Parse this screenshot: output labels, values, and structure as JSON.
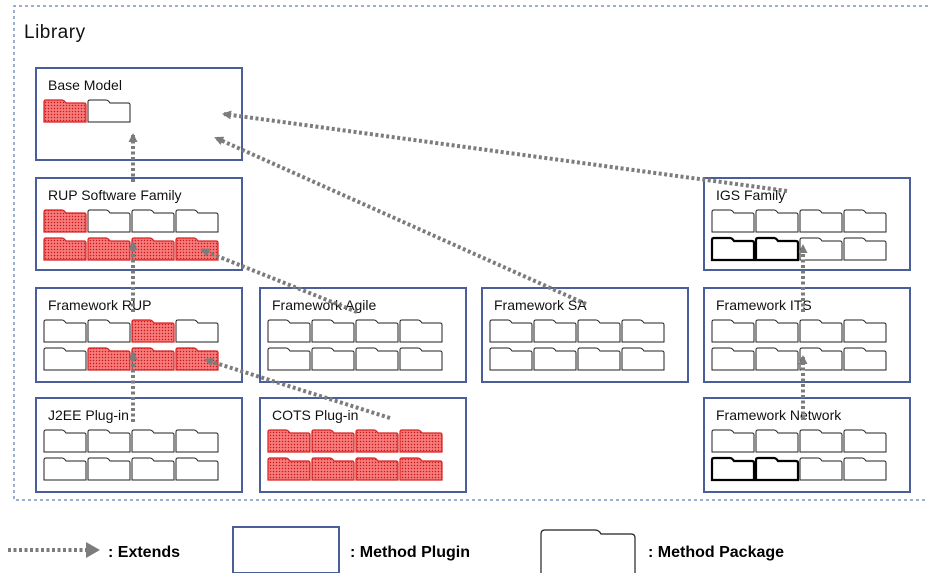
{
  "library": {
    "title": "Library"
  },
  "colors": {
    "plugin_border": "#4a5f9a",
    "library_border": "#7f93c4",
    "arrow": "#7c7c7c",
    "pkg_highlight": "#ee3838",
    "pkg_normal": "#ffffff"
  },
  "plugins": [
    {
      "id": "base-model",
      "title": "Base Model",
      "rows": [
        [
          "r",
          "n"
        ]
      ]
    },
    {
      "id": "rup-software-family",
      "title": "RUP Software Family",
      "rows": [
        [
          "r",
          "n",
          "n",
          "n"
        ],
        [
          "r",
          "r",
          "r",
          "r"
        ]
      ]
    },
    {
      "id": "framework-rup",
      "title": "Framework RUP",
      "rows": [
        [
          "n",
          "n",
          "r",
          "n"
        ],
        [
          "n",
          "r",
          "r",
          "r"
        ]
      ]
    },
    {
      "id": "framework-agile",
      "title": "Framework Agile",
      "rows": [
        [
          "n",
          "n",
          "n",
          "n"
        ],
        [
          "n",
          "n",
          "n",
          "n"
        ]
      ]
    },
    {
      "id": "framework-sa",
      "title": "Framework SA",
      "rows": [
        [
          "n",
          "n",
          "n",
          "n"
        ],
        [
          "n",
          "n",
          "n",
          "n"
        ]
      ]
    },
    {
      "id": "igs-family",
      "title": "IGS Family",
      "rows": [
        [
          "n",
          "n",
          "n",
          "n"
        ],
        [
          "b",
          "b",
          "n",
          "n"
        ]
      ]
    },
    {
      "id": "framework-its",
      "title": "Framework ITS",
      "rows": [
        [
          "n",
          "n",
          "n",
          "n"
        ],
        [
          "n",
          "n",
          "n",
          "n"
        ]
      ]
    },
    {
      "id": "j2ee-plug-in",
      "title": "J2EE Plug-in",
      "rows": [
        [
          "n",
          "n",
          "n",
          "n"
        ],
        [
          "n",
          "n",
          "n",
          "n"
        ]
      ]
    },
    {
      "id": "cots-plug-in",
      "title": "COTS Plug-in",
      "rows": [
        [
          "r",
          "r",
          "r",
          "r"
        ],
        [
          "r",
          "r",
          "r",
          "r"
        ]
      ]
    },
    {
      "id": "framework-network",
      "title": "Framework Network",
      "rows": [
        [
          "n",
          "n",
          "n",
          "n"
        ],
        [
          "b",
          "b",
          "n",
          "n"
        ]
      ]
    }
  ],
  "extends_relations": [
    {
      "from": "rup-software-family",
      "to": "base-model"
    },
    {
      "from": "framework-sa",
      "to": "base-model"
    },
    {
      "from": "igs-family",
      "to": "base-model"
    },
    {
      "from": "framework-rup",
      "to": "rup-software-family"
    },
    {
      "from": "framework-agile",
      "to": "rup-software-family"
    },
    {
      "from": "j2ee-plug-in",
      "to": "framework-rup"
    },
    {
      "from": "cots-plug-in",
      "to": "framework-rup"
    },
    {
      "from": "framework-its",
      "to": "igs-family"
    },
    {
      "from": "framework-network",
      "to": "framework-its"
    }
  ],
  "legend": {
    "extends": ": Extends",
    "method_plugin": ": Method Plugin",
    "method_package": ": Method Package"
  }
}
